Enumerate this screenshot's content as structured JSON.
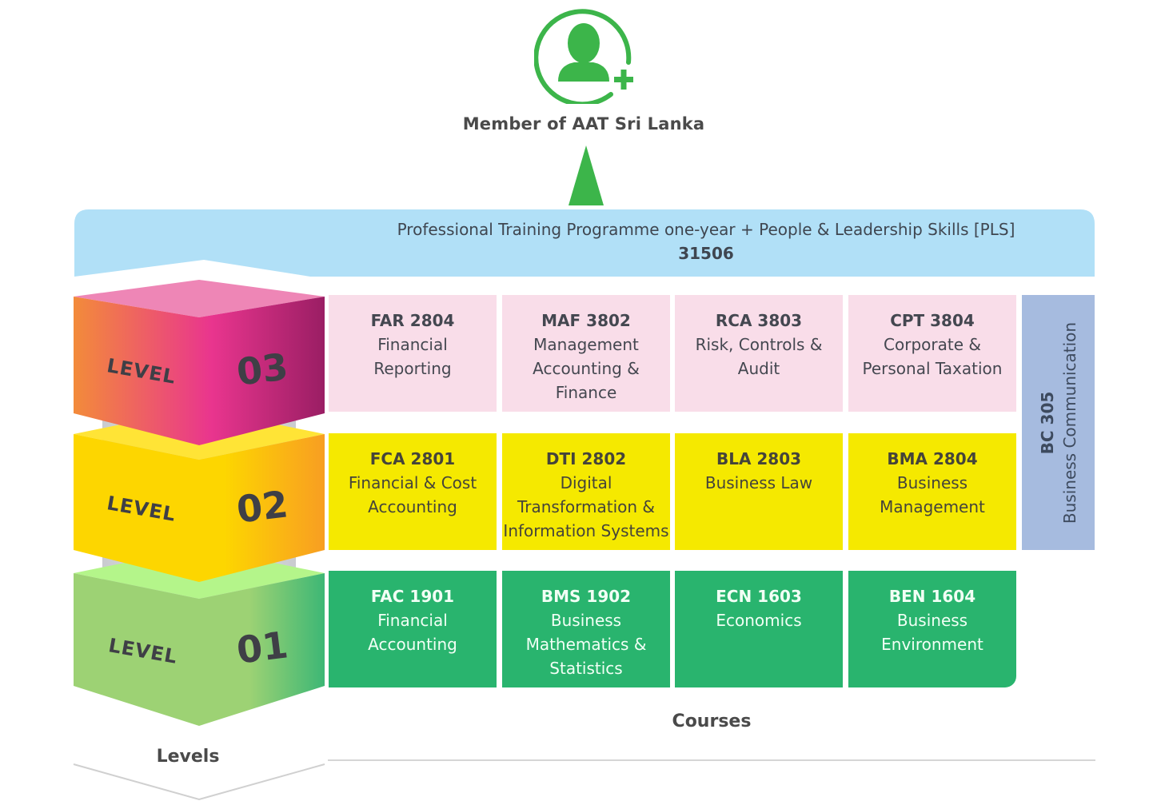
{
  "member": {
    "icon": "user-add-icon",
    "title": "Member of AAT Sri Lanka",
    "accent_color": "#3cb54a"
  },
  "ptp": {
    "title": "Professional Training Programme one-year + People & Leadership Skills [PLS]",
    "code": "31506",
    "color": "#b1e0f7"
  },
  "levels": [
    {
      "word": "LEVEL",
      "number": "03",
      "colors": [
        "#f38b3a",
        "#e9358e",
        "#9a1e64"
      ],
      "top_color": "#ee86b6"
    },
    {
      "word": "LEVEL",
      "number": "02",
      "colors": [
        "#fdd600",
        "#fdd600",
        "#f89e22"
      ],
      "top_color": "#ffe436"
    },
    {
      "word": "LEVEL",
      "number": "01",
      "colors": [
        "#9dd274",
        "#9dd274",
        "#3db775"
      ],
      "top_color": "#b4f58a"
    }
  ],
  "courses": {
    "level3": [
      {
        "code": "FAR 2804",
        "name": "Financial\nReporting"
      },
      {
        "code": "MAF 3802",
        "name": "Management\nAccounting &\nFinance"
      },
      {
        "code": "RCA 3803",
        "name": "Risk, Controls &\nAudit"
      },
      {
        "code": "CPT 3804",
        "name": "Corporate &\nPersonal Taxation"
      }
    ],
    "level2": [
      {
        "code": "FCA 2801",
        "name": "Financial & Cost\nAccounting"
      },
      {
        "code": "DTI 2802",
        "name": "Digital\nTransformation &\nInformation Systems"
      },
      {
        "code": "BLA 2803",
        "name": "Business Law"
      },
      {
        "code": "BMA 2804",
        "name": "Business\nManagement"
      }
    ],
    "level1": [
      {
        "code": "FAC 1901",
        "name": "Financial\nAccounting"
      },
      {
        "code": "BMS 1902",
        "name": "Business\nMathematics &\nStatistics"
      },
      {
        "code": "ECN 1603",
        "name": "Economics"
      },
      {
        "code": "BEN 1604",
        "name": "Business\nEnvironment"
      }
    ]
  },
  "side_course": {
    "code": "BC 305",
    "name": "Business Communication",
    "color": "#a6bbdf"
  },
  "labels": {
    "courses": "Courses",
    "levels": "Levels"
  }
}
